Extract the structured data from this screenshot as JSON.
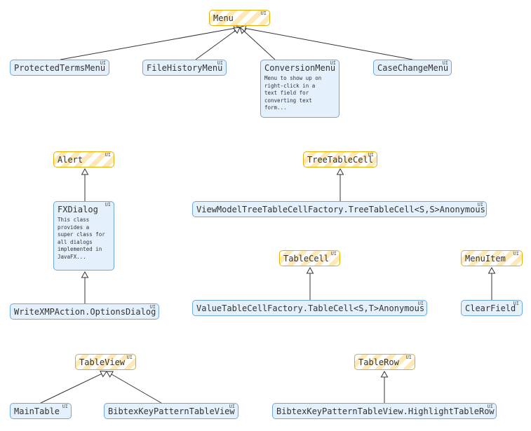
{
  "nodes": {
    "menu": {
      "name": "Menu",
      "tag": "UI"
    },
    "protected_terms_menu": {
      "name": "ProtectedTermsMenu",
      "tag": "UI"
    },
    "file_history_menu": {
      "name": "FileHistoryMenu",
      "tag": "UI"
    },
    "conversion_menu": {
      "name": "ConversionMenu",
      "tag": "UI",
      "description": "Menu to show up on\nright-click in a\ntext field for\nconverting text\nform..."
    },
    "case_change_menu": {
      "name": "CaseChangeMenu",
      "tag": "UI"
    },
    "alert": {
      "name": "Alert",
      "tag": "UI"
    },
    "fx_dialog": {
      "name": "FXDialog",
      "tag": "UI",
      "description": "This class\nprovides a\nsuper class for\nall dialogs\nimplemented in\nJavaFX..."
    },
    "write_xmp_options_dialog": {
      "name": "WriteXMPAction.OptionsDialog",
      "tag": "UI"
    },
    "tree_table_cell": {
      "name": "TreeTableCell",
      "tag": "UI"
    },
    "view_model_tree_table_cell_anon": {
      "name": "ViewModelTreeTableCellFactory.TreeTableCell<S,S>Anonymous",
      "tag": "UI"
    },
    "table_cell": {
      "name": "TableCell",
      "tag": "UI"
    },
    "value_table_cell_anon": {
      "name": "ValueTableCellFactory.TableCell<S,T>Anonymous",
      "tag": "UI"
    },
    "menu_item": {
      "name": "MenuItem",
      "tag": "UI"
    },
    "clear_field": {
      "name": "ClearField",
      "tag": "UI"
    },
    "table_view": {
      "name": "TableView",
      "tag": "UI"
    },
    "main_table": {
      "name": "MainTable",
      "tag": "UI"
    },
    "bibtex_key_pattern_table_view": {
      "name": "BibtexKeyPatternTableView",
      "tag": "UI"
    },
    "table_row": {
      "name": "TableRow",
      "tag": "UI"
    },
    "highlight_table_row": {
      "name": "BibtexKeyPatternTableView.HighlightTableRow",
      "tag": "UI"
    }
  },
  "edges": [
    {
      "from": "protected_terms_menu",
      "to": "menu",
      "type": "inheritance"
    },
    {
      "from": "file_history_menu",
      "to": "menu",
      "type": "inheritance"
    },
    {
      "from": "conversion_menu",
      "to": "menu",
      "type": "inheritance"
    },
    {
      "from": "case_change_menu",
      "to": "menu",
      "type": "inheritance"
    },
    {
      "from": "fx_dialog",
      "to": "alert",
      "type": "inheritance"
    },
    {
      "from": "write_xmp_options_dialog",
      "to": "fx_dialog",
      "type": "inheritance"
    },
    {
      "from": "view_model_tree_table_cell_anon",
      "to": "tree_table_cell",
      "type": "inheritance"
    },
    {
      "from": "value_table_cell_anon",
      "to": "table_cell",
      "type": "inheritance"
    },
    {
      "from": "clear_field",
      "to": "menu_item",
      "type": "inheritance"
    },
    {
      "from": "main_table",
      "to": "table_view",
      "type": "inheritance"
    },
    {
      "from": "bibtex_key_pattern_table_view",
      "to": "table_view",
      "type": "inheritance"
    },
    {
      "from": "highlight_table_row",
      "to": "table_row",
      "type": "inheritance"
    }
  ],
  "colors": {
    "project_fill": "#e4f0fb",
    "project_border": "#6fa8dc",
    "external_border": "#e6b000",
    "external_stripe": "#fde9b8",
    "edge": "#333333"
  }
}
